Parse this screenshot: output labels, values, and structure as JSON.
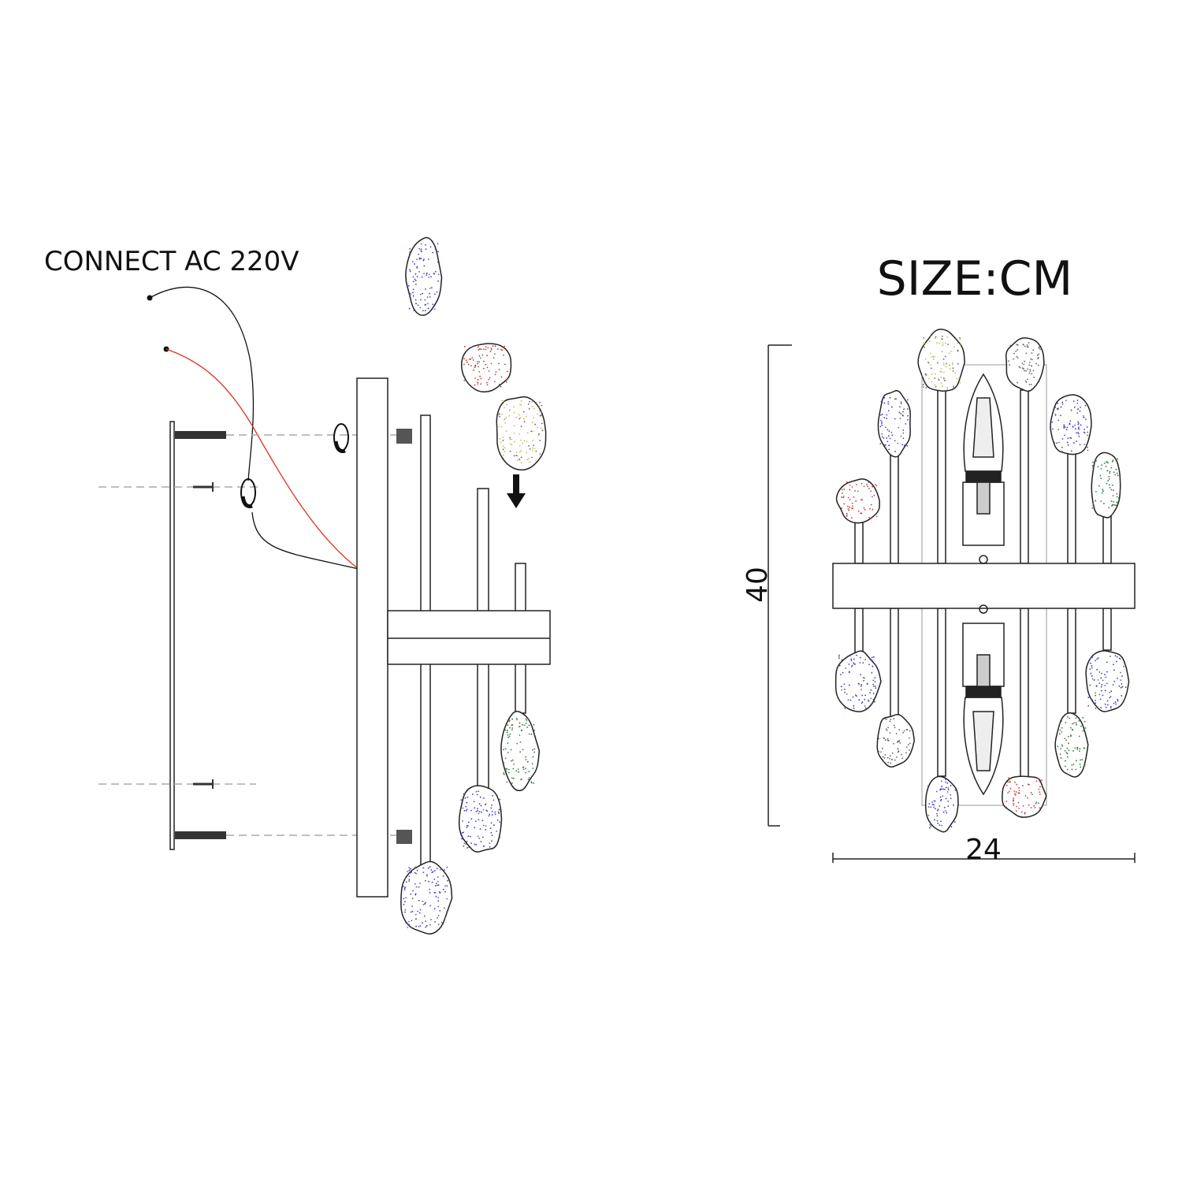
{
  "install_view": {
    "power_label": "CONNECT AC 220V"
  },
  "dimension_view": {
    "title": "SIZE:CM",
    "height_label": "40",
    "width_label": "24"
  },
  "colors": {
    "line": "#222222",
    "dashed": "#aaaaaa",
    "live_wire": "#e03020",
    "neutral_wire": "#111111",
    "speckle_blue": "#3a3adf",
    "speckle_red": "#e03030",
    "speckle_green": "#2e7a3e",
    "speckle_yellow": "#c8b860",
    "speckle_gray": "#666666"
  }
}
